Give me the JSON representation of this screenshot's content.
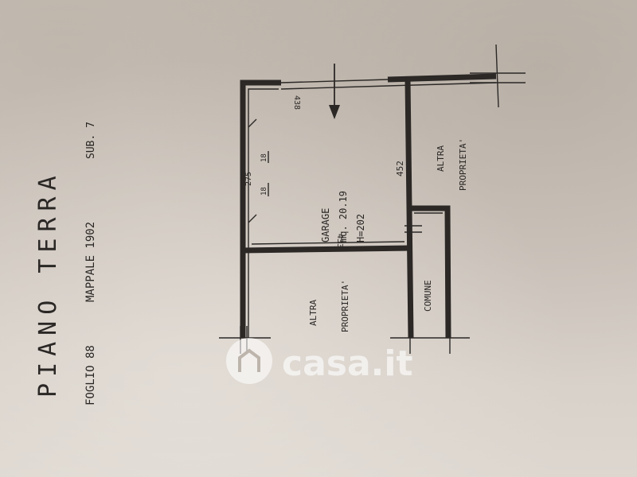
{
  "header": {
    "title": "PIANO TERRA",
    "foglio": "FOGLIO 88",
    "mappale": "MAPPALE 1902",
    "sub": "SUB. 7"
  },
  "garage": {
    "name": "GARAGE",
    "area": "mq. 20.19",
    "height": "H=202"
  },
  "dimensions": {
    "top_width": "438",
    "right_length": "452",
    "bottom_width": "433",
    "door_width": "275",
    "step_a": "18",
    "step_b": "18"
  },
  "rooms": {
    "altra_line1": "ALTRA",
    "altra_line2": "PROPRIETA'",
    "comune": "COMUNE"
  },
  "watermark": "casa.it"
}
